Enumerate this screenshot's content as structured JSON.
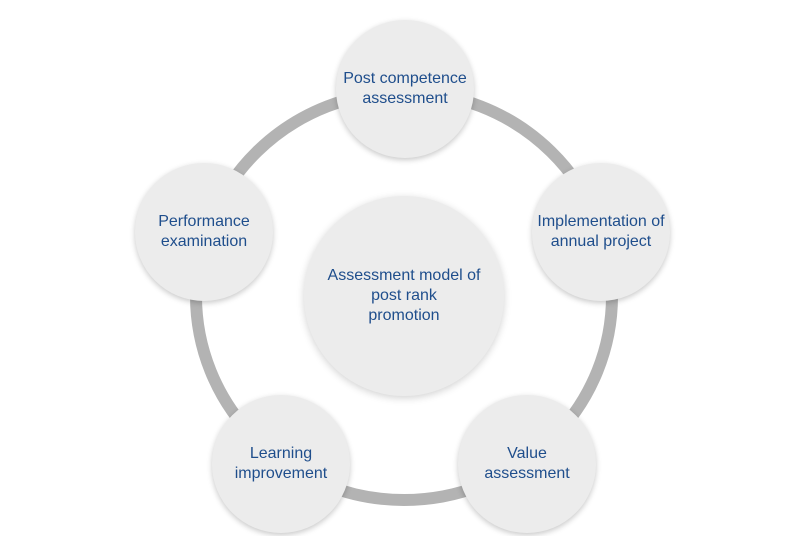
{
  "diagram": {
    "ring_color": "#b3b3b3",
    "node_fill": "#ececec",
    "text_color": "#1f4e8c",
    "center": {
      "label": "Assessment model of\npost rank\npromotion"
    },
    "nodes": [
      {
        "id": "post-competence",
        "label": "Post competence\nassessment"
      },
      {
        "id": "implementation",
        "label": "Implementation of\nannual project"
      },
      {
        "id": "value",
        "label": "Value\nassessment"
      },
      {
        "id": "learning",
        "label": "Learning\nimprovement"
      },
      {
        "id": "performance",
        "label": "Performance\nexamination"
      }
    ]
  }
}
